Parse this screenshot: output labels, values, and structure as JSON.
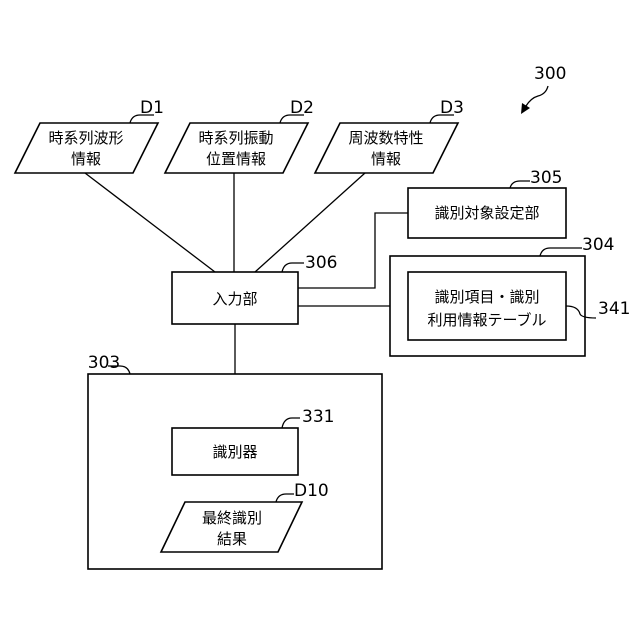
{
  "figure": {
    "ref": "300",
    "data_items": [
      {
        "ref": "D1",
        "lines": [
          "時系列波形",
          "情報"
        ]
      },
      {
        "ref": "D2",
        "lines": [
          "時系列振動",
          "位置情報"
        ]
      },
      {
        "ref": "D3",
        "lines": [
          "周波数特性",
          "情報"
        ]
      }
    ],
    "input_unit": {
      "ref": "306",
      "label": "入力部"
    },
    "target_setting_unit": {
      "ref": "305",
      "label": "識別対象設定部"
    },
    "storage": {
      "ref": "304"
    },
    "table": {
      "ref": "341",
      "lines": [
        "識別項目・識別",
        "利用情報テーブル"
      ]
    },
    "identification_unit": {
      "ref": "303"
    },
    "classifier": {
      "ref": "331",
      "label": "識別器"
    },
    "result": {
      "ref": "D10",
      "lines": [
        "最終識別",
        "結果"
      ]
    }
  }
}
